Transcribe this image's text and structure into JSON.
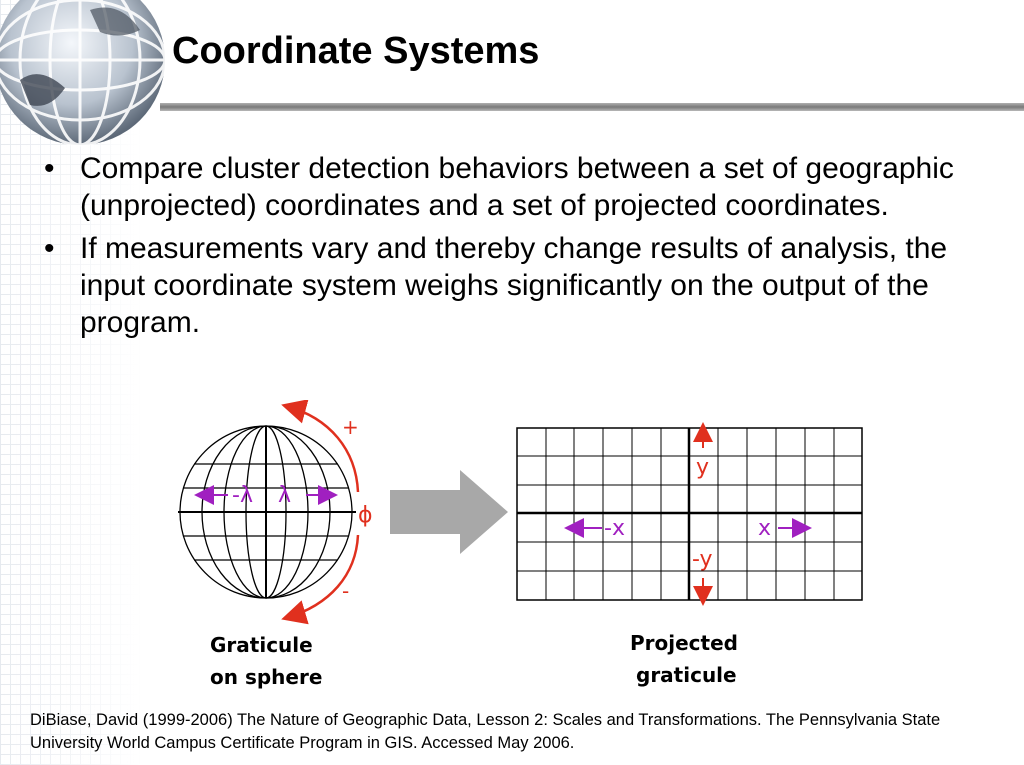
{
  "slide": {
    "title": "Coordinate Systems",
    "bullets": [
      {
        "marker": "•",
        "text": "Compare cluster detection behaviors between a set of geographic (unprojected) coordinates and a set of projected coordinates."
      },
      {
        "marker": "•",
        "text": "If measurements vary and thereby change results of analysis, the input coordinate system weighs significantly on the output of the program."
      }
    ],
    "citation": "DiBiase, David (1999-2006) The Nature of Geographic Data, Lesson 2: Scales and Transformations. The Pennsylvania State University World Campus Certificate Program in GIS. Accessed May 2006."
  },
  "diagram": {
    "sphere": {
      "label_line1": "Graticule",
      "label_line2": "on sphere",
      "neg_lambda": "-λ",
      "lambda": "λ",
      "phi": "ϕ",
      "plus": "+",
      "minus": "-"
    },
    "grid": {
      "label_line1": "Projected",
      "label_line2": "graticule",
      "y": "y",
      "neg_y": "-y",
      "x": "x",
      "neg_x": "-x"
    },
    "colors": {
      "accent_purple": "#a020c0",
      "accent_red": "#e0301e",
      "arrow_gray": "#a8a8a8",
      "rule_gray": "#8a8a8a"
    }
  }
}
